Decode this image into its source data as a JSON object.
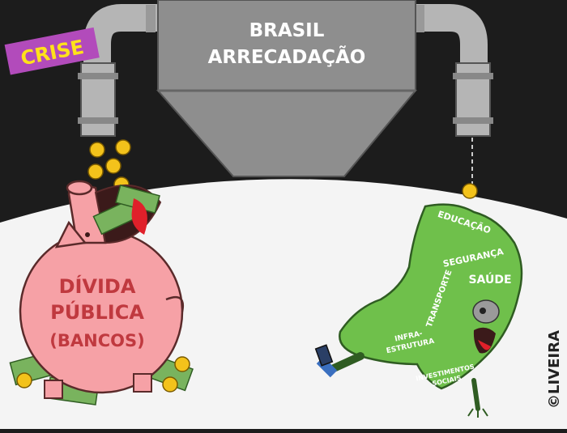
{
  "cartoon": {
    "hopper_line1": "BRASIL",
    "hopper_line2": "ARRECADAÇÃO",
    "tag": "CRISE",
    "pig_line1": "DÍVIDA",
    "pig_line2": "PÚBLICA",
    "pig_line3": "(BANCOS)",
    "map_labels": {
      "educacao": "EDUCAÇÃO",
      "seguranca": "SEGURANÇA",
      "saude": "SAÚDE",
      "transporte": "TRANSPORTE",
      "infra1": "INFRA-",
      "infra2": "ESTRUTURA",
      "invest1": "INVESTIMENTOS",
      "invest2": "SOCIAIS"
    },
    "signature": "©LIVEIRA"
  },
  "colors": {
    "sky": "#1c1c1c",
    "ground": "#f4f4f4",
    "hopper": "#8e8e8e",
    "pipe": "#b5b5b5",
    "tag_bg": "#b24bbb",
    "tag_text": "#ffe21a",
    "pig": "#f6a1a6",
    "pig_text": "#c0393f",
    "map": "#6fc04b",
    "map_text": "#ffffff",
    "coin": "#f3c21b",
    "money": "#79b35e"
  }
}
